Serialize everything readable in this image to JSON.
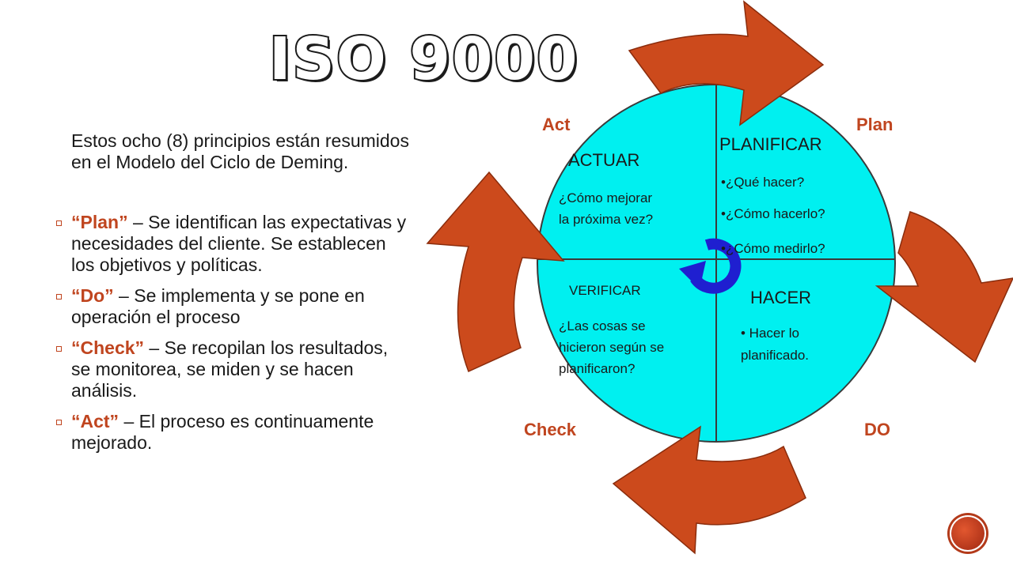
{
  "slide": {
    "title": "ISO 9000",
    "intro": "Estos ocho (8) principios están resumidos en el Modelo del Ciclo de Deming.",
    "bullets": [
      {
        "term": "“Plan”",
        "text": " – Se identifican las expectativas  y necesidades del cliente. Se establecen los objetivos y políticas."
      },
      {
        "term": "“Do”",
        "text": " – Se implementa y se pone en operación el proceso"
      },
      {
        "term": "“Check”",
        "text": " – Se recopilan los resultados, se monitorea, se miden y se hacen análisis."
      },
      {
        "term": "“Act”",
        "text": " – El proceso es continuamente mejorado."
      }
    ]
  },
  "diagram": {
    "corner_labels": {
      "act": "Act",
      "plan": "Plan",
      "check": "Check",
      "do": "DO"
    },
    "quadrants": {
      "actuar": {
        "heading": "ACTUAR",
        "line1": "¿Cómo mejorar",
        "line2": "la próxima vez?"
      },
      "planificar": {
        "heading": "PLANIFICAR",
        "item1": "•¿Qué hacer?",
        "item2": "•¿Cómo hacerlo?",
        "item3": "•¿Cómo medirlo?"
      },
      "verificar": {
        "heading": "VERIFICAR",
        "line1": "¿Las cosas  se",
        "line2": "hicieron según se",
        "line3": "planificaron?"
      },
      "hacer": {
        "heading": "HACER",
        "line1": "• Hacer lo",
        "line2": "planificado."
      }
    },
    "colors": {
      "circle_fill": "#00f0f0",
      "arrow_fill": "#cc4a1c",
      "label_color": "#c0451f",
      "cycle_icon": "#1f1fd0"
    }
  }
}
